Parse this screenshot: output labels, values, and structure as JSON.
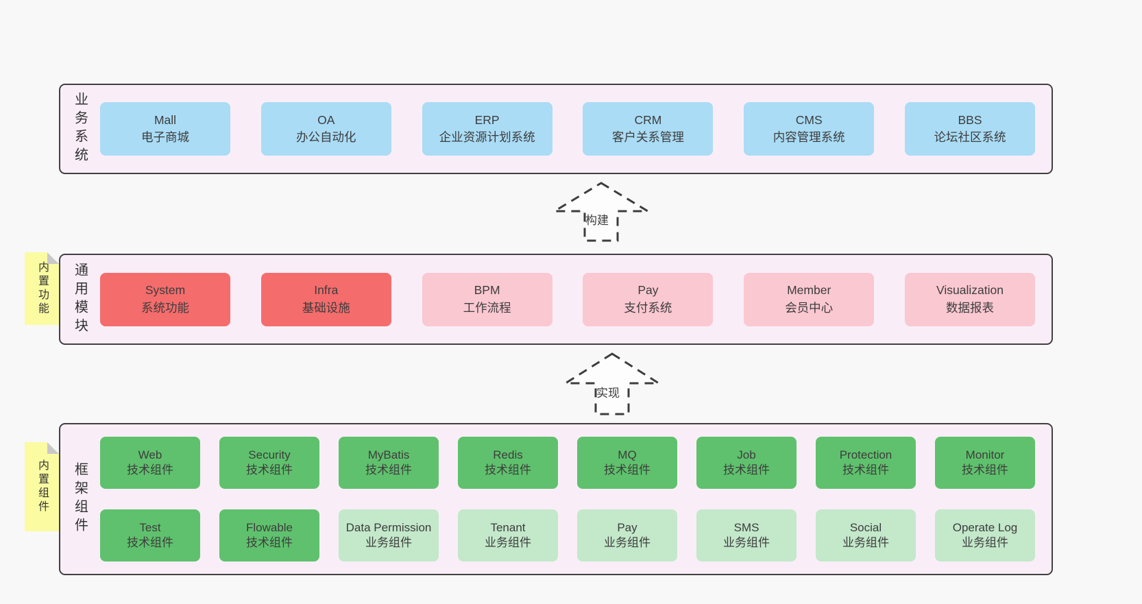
{
  "colors": {
    "page_bg": "#f8f8f8",
    "container_bg": "#f9eef7",
    "container_border": "#404040",
    "business_box_blue": "#aadcf5",
    "core_module_red": "#f56c6c",
    "module_pink": "#fac8d1",
    "tech_component_green": "#5fc16d",
    "biz_component_light_green": "#c3e8ca",
    "tag_yellow": "#fbfba2",
    "text": "#3d3d3d"
  },
  "arrows": [
    {
      "label": "构建"
    },
    {
      "label": "实现"
    }
  ],
  "layers": [
    {
      "label": "业务系统",
      "boxes": [
        {
          "title": "Mall",
          "subtitle": "电子商城",
          "color": "blue"
        },
        {
          "title": "OA",
          "subtitle": "办公自动化",
          "color": "blue"
        },
        {
          "title": "ERP",
          "subtitle": "企业资源计划系统",
          "color": "blue"
        },
        {
          "title": "CRM",
          "subtitle": "客户关系管理",
          "color": "blue"
        },
        {
          "title": "CMS",
          "subtitle": "内容管理系统",
          "color": "blue"
        },
        {
          "title": "BBS",
          "subtitle": "论坛社区系统",
          "color": "blue"
        }
      ]
    },
    {
      "label": "通用模块",
      "tag": "内置功能",
      "boxes": [
        {
          "title": "System",
          "subtitle": "系统功能",
          "color": "red"
        },
        {
          "title": "Infra",
          "subtitle": "基础设施",
          "color": "red"
        },
        {
          "title": "BPM",
          "subtitle": "工作流程",
          "color": "pink"
        },
        {
          "title": "Pay",
          "subtitle": "支付系统",
          "color": "pink"
        },
        {
          "title": "Member",
          "subtitle": "会员中心",
          "color": "pink"
        },
        {
          "title": "Visualization",
          "subtitle": "数据报表",
          "color": "pink"
        }
      ]
    },
    {
      "label": "框架组件",
      "tag": "内置组件",
      "rows": [
        [
          {
            "title": "Web",
            "subtitle": "技术组件",
            "color": "green"
          },
          {
            "title": "Security",
            "subtitle": "技术组件",
            "color": "green"
          },
          {
            "title": "MyBatis",
            "subtitle": "技术组件",
            "color": "green"
          },
          {
            "title": "Redis",
            "subtitle": "技术组件",
            "color": "green"
          },
          {
            "title": "MQ",
            "subtitle": "技术组件",
            "color": "green"
          },
          {
            "title": "Job",
            "subtitle": "技术组件",
            "color": "green"
          },
          {
            "title": "Protection",
            "subtitle": "技术组件",
            "color": "green"
          },
          {
            "title": "Monitor",
            "subtitle": "技术组件",
            "color": "green"
          }
        ],
        [
          {
            "title": "Test",
            "subtitle": "技术组件",
            "color": "green"
          },
          {
            "title": "Flowable",
            "subtitle": "技术组件",
            "color": "green"
          },
          {
            "title": "Data Permission",
            "subtitle": "业务组件",
            "color": "lightgreen"
          },
          {
            "title": "Tenant",
            "subtitle": "业务组件",
            "color": "lightgreen"
          },
          {
            "title": "Pay",
            "subtitle": "业务组件",
            "color": "lightgreen"
          },
          {
            "title": "SMS",
            "subtitle": "业务组件",
            "color": "lightgreen"
          },
          {
            "title": "Social",
            "subtitle": "业务组件",
            "color": "lightgreen"
          },
          {
            "title": "Operate Log",
            "subtitle": "业务组件",
            "color": "lightgreen"
          }
        ]
      ]
    }
  ]
}
